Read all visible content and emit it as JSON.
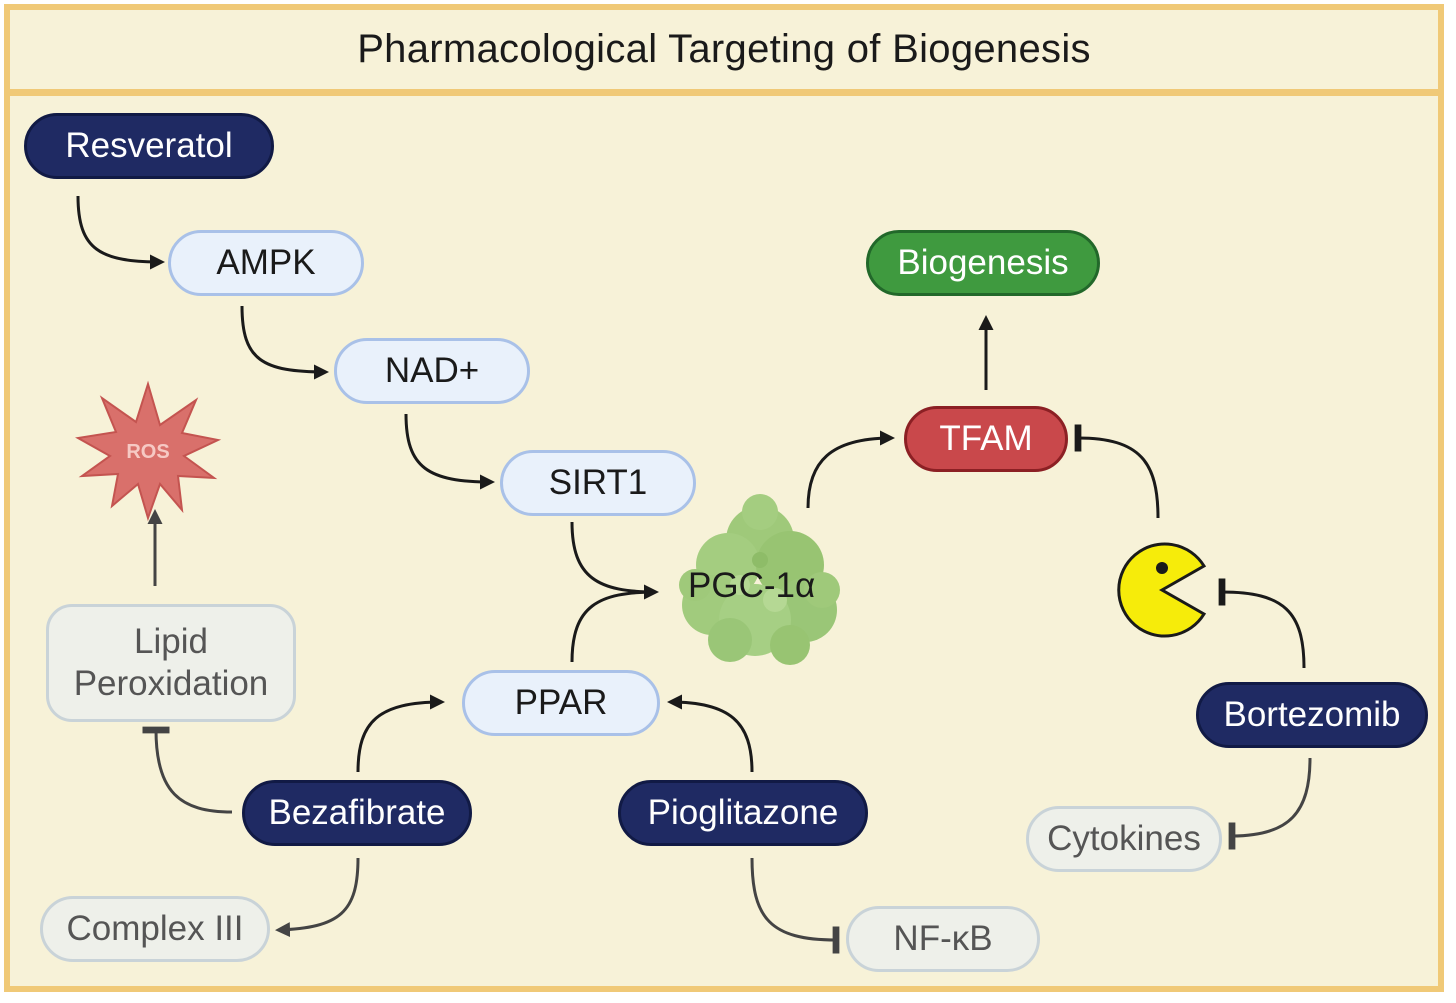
{
  "title": "Pharmacological Targeting of Biogenesis",
  "nodes": {
    "resveratol": "Resveratol",
    "ampk": "AMPK",
    "nad": "NAD+",
    "sirt1": "SIRT1",
    "pgc1a": "PGC-1α",
    "ppar": "PPAR",
    "tfam": "TFAM",
    "biogenesis": "Biogenesis",
    "ros": "ROS",
    "lipid_peroxidation_line1": "Lipid",
    "lipid_peroxidation_line2": "Peroxidation",
    "bezafibrate": "Bezafibrate",
    "pioglitazone": "Pioglitazone",
    "complex3": "Complex III",
    "nfkb": "NF-κB",
    "bortezomib": "Bortezomib",
    "cytokines": "Cytokines"
  },
  "colors": {
    "drug": "#1f2a63",
    "target": "#e9f1fb",
    "inhibited": "#eef0ea",
    "tfam": "#c9484b",
    "biogenesis": "#3f9a3f",
    "ros": "#d9706b",
    "proteasome": "#f6ec0a",
    "pgc_protein": "#9fc97a",
    "frame": "#f0c977",
    "background": "#f7f2d8"
  },
  "icons": {
    "ros": "starburst-icon",
    "proteasome": "pacman-proteasome-icon",
    "pgc": "protein-blob-icon"
  }
}
